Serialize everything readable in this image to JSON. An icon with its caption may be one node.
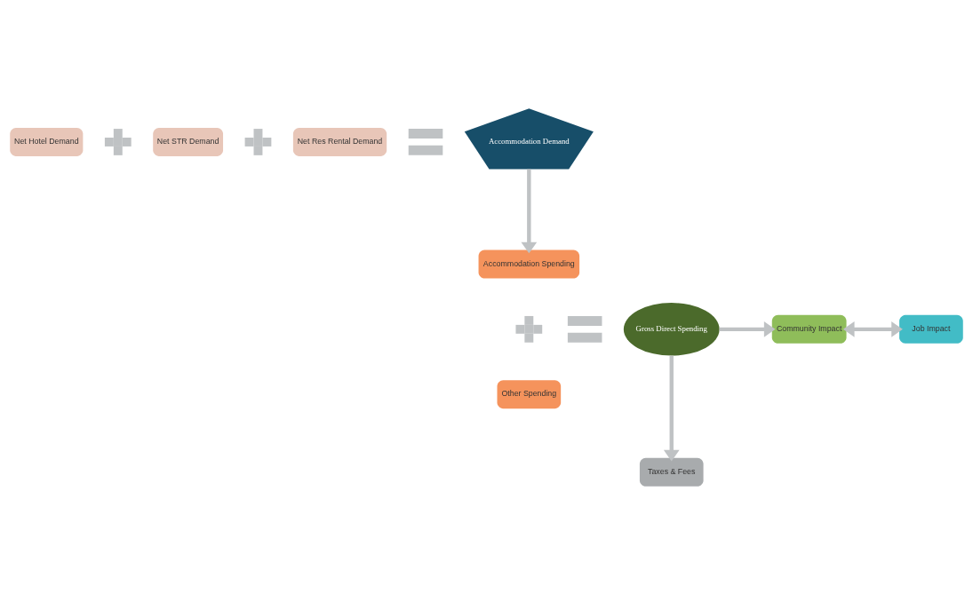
{
  "diagram": {
    "nodes": [
      {
        "text": [
          "Net Hotel Demand"
        ]
      },
      {
        "text": [],
        "shape": "plus"
      },
      {
        "text": [
          "Net STR Demand"
        ]
      },
      {
        "text": [],
        "shape": "plus"
      },
      {
        "text": [
          "Net Res Rental Demand"
        ]
      },
      {
        "text": [],
        "shape": "equals"
      },
      {
        "text": [
          "Accommodation Demand"
        ]
      },
      {
        "text": [
          "Accommodation Spending"
        ]
      },
      {
        "text": [],
        "shape": "plus"
      },
      {
        "text": [],
        "shape": "equals"
      },
      {
        "text": [
          "Gross Direct Spending"
        ]
      },
      {
        "text": [
          "Community Impact"
        ]
      },
      {
        "text": [
          "Job Impact"
        ]
      },
      {
        "text": [
          "Other Spending"
        ]
      },
      {
        "text": [
          "Taxes & Fees"
        ]
      }
    ],
    "edges": [
      {
        "from": 6,
        "to": 7,
        "arrow": "to"
      },
      {
        "from": 10,
        "to": 11,
        "arrow": "to"
      },
      {
        "from": 11,
        "to": 12,
        "arrow": "both"
      },
      {
        "from": 10,
        "to": 14,
        "arrow": "to"
      }
    ]
  }
}
